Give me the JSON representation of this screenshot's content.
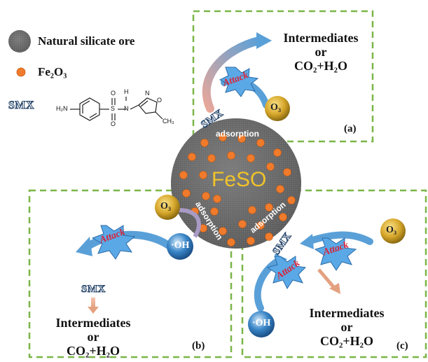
{
  "legend": {
    "ore_label": "Natural silicate ore",
    "fe2o3_label": "Fe₂O₃",
    "smx_label": "SMX"
  },
  "smx_structure": {
    "h2n": "H₂N",
    "s": "S",
    "o_top": "O",
    "o_bottom": "O",
    "n_amide": "N",
    "h_amide": "H",
    "n_ring": "N",
    "o_ring": "O",
    "ch3": "CH₃"
  },
  "center": {
    "title": "FeSO",
    "adsorption_a": "adsorption",
    "adsorption_b": "adsorption",
    "adsorption_c": "adsorption"
  },
  "panel_a": {
    "id": "(a)",
    "products_line1": "Intermediates",
    "products_line2": "or",
    "products_line3": "CO₂+H₂O",
    "attack": "Attack",
    "smx": "SMX",
    "ozone": "O₃"
  },
  "panel_b": {
    "id": "(b)",
    "products_line1": "Intermediates",
    "products_line2": "or",
    "products_line3": "CO₂+H₂O",
    "attack": "Attack",
    "smx": "SMX",
    "ozone": "O₃",
    "radical": "·OH"
  },
  "panel_c": {
    "id": "(c)",
    "products_line1": "Intermediates",
    "products_line2": "or",
    "products_line3": "CO₂+H₂O",
    "attack_1": "Attack",
    "attack_2": "Attack",
    "smx": "SMX",
    "ozone": "O₃",
    "radical": "·OH"
  },
  "colors": {
    "dashed_border": "#7ab648",
    "particle": "#f07b2c",
    "ore": "#6e6e6e",
    "fe_so_text": "#f0c32a",
    "attack_star": "#5aa9e6",
    "attack_text": "#d8243a",
    "ozone": "#d4a42a",
    "hydroxyl": "#3a86c8",
    "arrow": "#5aa0d8"
  }
}
